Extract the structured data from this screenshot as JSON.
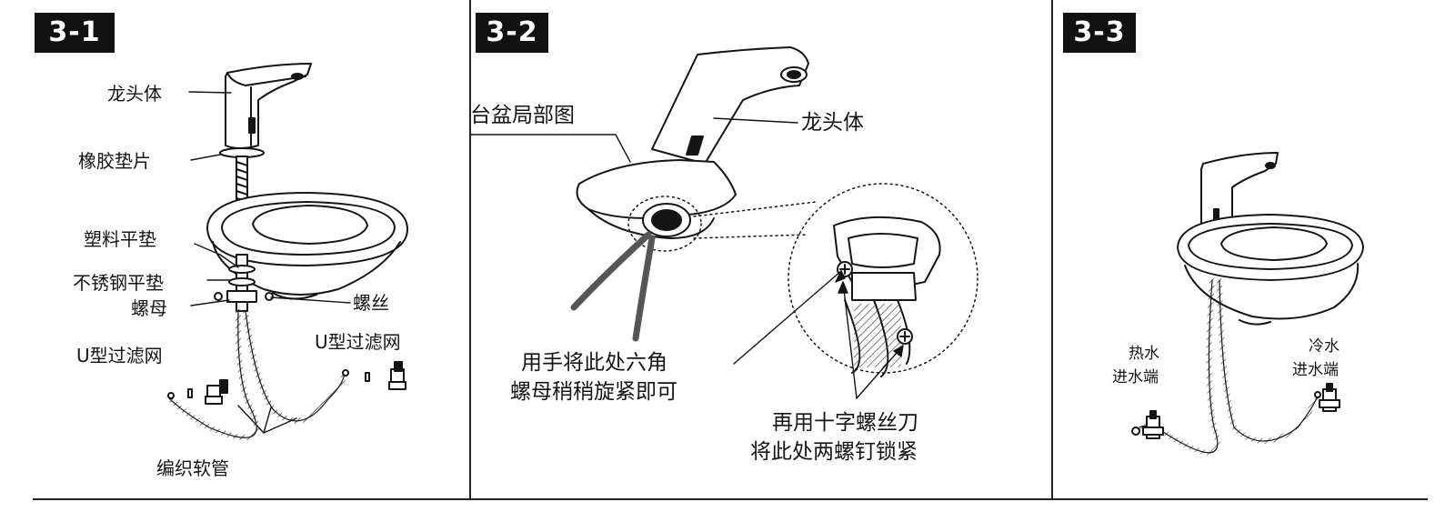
{
  "colors": {
    "ink": "#151515",
    "badge_bg": "#121212",
    "badge_text": "#ffffff",
    "paper": "#ffffff"
  },
  "panels": [
    {
      "step": "3-1",
      "labels": {
        "faucet_body": "龙头体",
        "rubber_gasket": "橡胶垫片",
        "plastic_washer": "塑料平垫",
        "steel_washer": "不锈钢平垫",
        "nut": "螺母",
        "screw": "螺丝",
        "filter_left": "U型过滤网",
        "filter_right": "U型过滤网",
        "braided_hose": "编织软管"
      }
    },
    {
      "step": "3-2",
      "labels": {
        "basin_partial": "台盆局部图",
        "faucet_body": "龙头体",
        "hand_tighten_line1": "用手将此处六角",
        "hand_tighten_line2": "螺母稍稍旋紧即可",
        "screwdriver_line1": "再用十字螺丝刀",
        "screwdriver_line2": "将此处两螺钉锁紧"
      }
    },
    {
      "step": "3-3",
      "labels": {
        "hot_line1": "热水",
        "hot_line2": "进水端",
        "cold_line1": "冷水",
        "cold_line2": "进水端"
      }
    }
  ]
}
